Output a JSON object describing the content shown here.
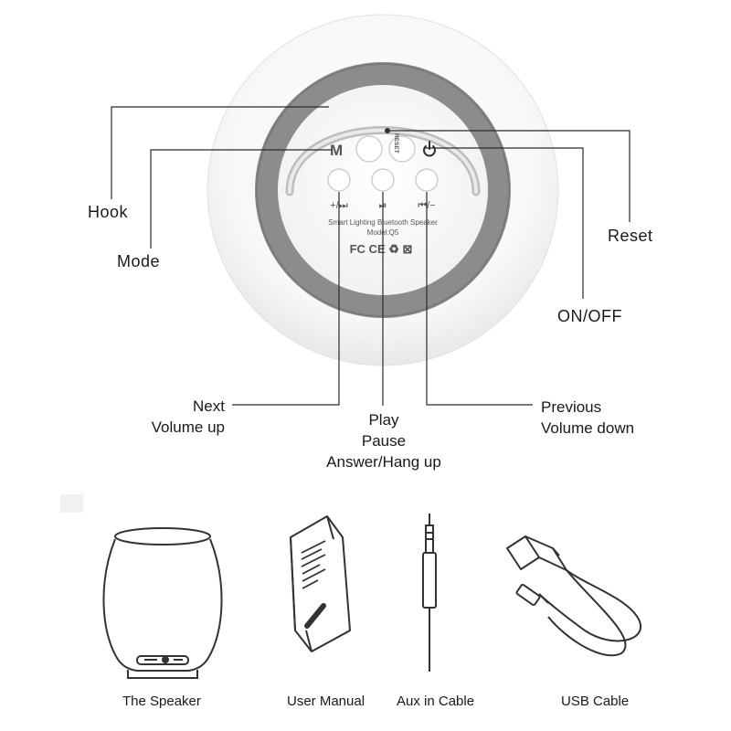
{
  "device": {
    "reset_label": "RESET",
    "mode_button_letter": "M",
    "next_symbol": "+/⏭",
    "play_symbol": "⏯",
    "prev_symbol": "⏮/−",
    "product_name": "Smart Lighting Bluetooth Speaker",
    "model": "Model:Q5",
    "certifications": "FC CE ♻ ⊠"
  },
  "callouts": {
    "hook": "Hook",
    "mode": "Mode",
    "reset": "Reset",
    "on_off": "ON/OFF",
    "next": [
      "Next",
      "Volume up"
    ],
    "play": [
      "Play",
      "Pause",
      "Answer/Hang up"
    ],
    "previous": [
      "Previous",
      "Volume down"
    ]
  },
  "package": {
    "speaker": "The Speaker",
    "manual": "User Manual",
    "aux": "Aux in Cable",
    "usb": "USB Cable"
  },
  "colors": {
    "ring": "#8c8c8c",
    "outer_shell": "#f4f4f4",
    "line": "#2b2b2b",
    "icon_stroke": "#333333"
  }
}
